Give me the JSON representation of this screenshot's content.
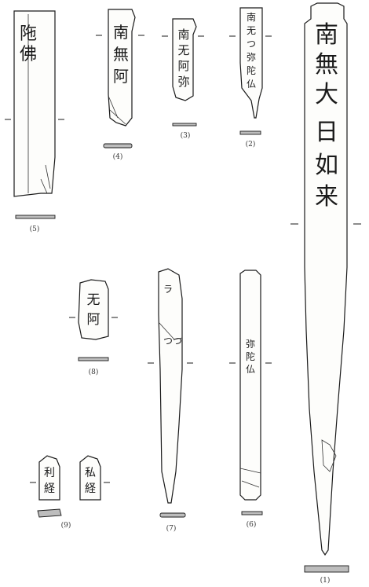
{
  "figure": {
    "items": [
      {
        "id": "1",
        "label": "(1)",
        "inscription_lines": [
          "南",
          "無",
          "大",
          "日",
          "如",
          "来"
        ]
      },
      {
        "id": "2",
        "label": "(2)",
        "inscription_lines": [
          "南",
          "无",
          "つ",
          "弥",
          "陀",
          "仏"
        ]
      },
      {
        "id": "3",
        "label": "(3)",
        "inscription_lines": [
          "南",
          "无",
          "阿",
          "弥"
        ]
      },
      {
        "id": "4",
        "label": "(4)",
        "inscription_lines": [
          "南",
          "無",
          "阿"
        ]
      },
      {
        "id": "5",
        "label": "(5)",
        "inscription_lines": [
          "陁",
          "佛"
        ]
      },
      {
        "id": "6",
        "label": "(6)",
        "inscription_lines": [
          "弥",
          "陀",
          "仏"
        ]
      },
      {
        "id": "7",
        "label": "(7)",
        "inscription_lines": [
          "ラ",
          "つつ"
        ]
      },
      {
        "id": "8",
        "label": "(8)",
        "inscription_lines": [
          "无",
          "阿"
        ]
      },
      {
        "id": "9",
        "label": "(9)",
        "inscription_lines": [
          "利",
          "経",
          "私",
          "経"
        ]
      }
    ]
  }
}
